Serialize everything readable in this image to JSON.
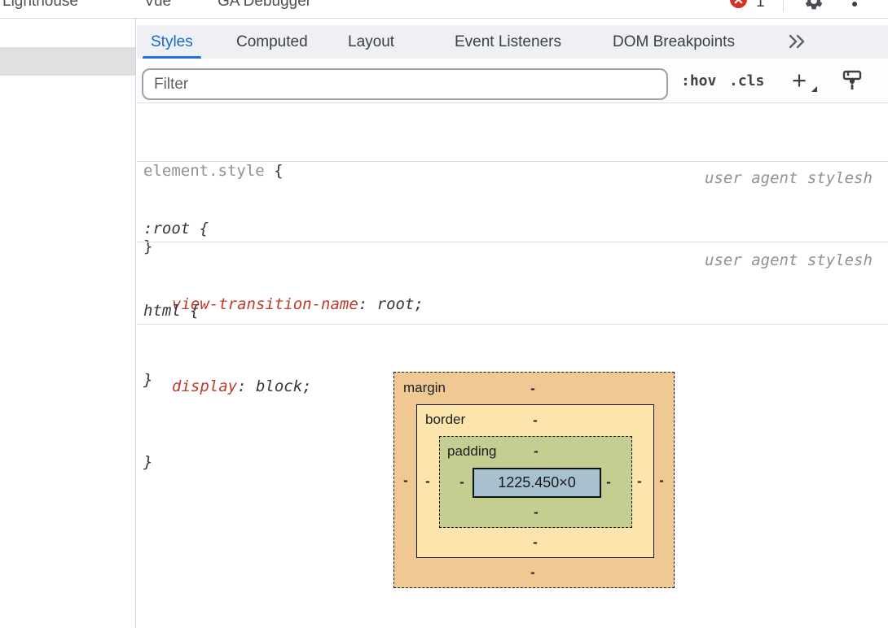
{
  "toolbar": {
    "tabs": [
      {
        "label": "Lighthouse"
      },
      {
        "label": "Vue"
      },
      {
        "label": "GA Debugger"
      }
    ],
    "error_count": "1"
  },
  "icons": {
    "error_badge_icon": "red circle with white x",
    "gear_icon": "settings gear",
    "kebab_menu_icon": "vertical dots (bottom dot visible)",
    "double_chevron_icon": ">>",
    "add_style_rule_icon": "+",
    "paintbrush_icon": "brush"
  },
  "sidebar": {
    "tabs": [
      {
        "label": "Styles",
        "active": true
      },
      {
        "label": "Computed",
        "active": false
      },
      {
        "label": "Layout",
        "active": false
      },
      {
        "label": "Event Listeners",
        "active": false
      },
      {
        "label": "DOM Breakpoints",
        "active": false
      }
    ]
  },
  "filter_bar": {
    "placeholder": "Filter",
    "pseudo_toggle": ":hov",
    "class_toggle": ".cls",
    "plus": "+"
  },
  "rules": [
    {
      "selector": "element.style",
      "open_brace": " {",
      "close_brace": "}",
      "origin": "",
      "properties": []
    },
    {
      "selector": ":root",
      "open_brace": " {",
      "close_brace": "}",
      "origin": "user agent stylesh",
      "properties": [
        {
          "name": "view-transition-name",
          "rest": ": root;"
        }
      ]
    },
    {
      "selector": "html",
      "open_brace": " {",
      "close_brace": "}",
      "origin": "user agent stylesh",
      "properties": [
        {
          "name": "display",
          "rest": ": block;"
        }
      ]
    }
  ],
  "box_model": {
    "labels": {
      "margin": "margin",
      "border": "border",
      "padding": "padding"
    },
    "content_size": "1225.450×0",
    "values": {
      "margin_top": "-",
      "margin_right": "-",
      "margin_bottom": "-",
      "margin_left": "-",
      "border_top": "-",
      "border_right": "-",
      "border_bottom": "-",
      "border_left": "-",
      "padding_top": "-",
      "padding_right": "-",
      "padding_bottom": "-",
      "padding_left": "-"
    },
    "colors": {
      "margin": "#f0c893",
      "border": "#fce5ac",
      "padding": "#c3ce90",
      "content": "#a7c1ce"
    }
  },
  "colors": {
    "accent_blue": "#1a73e8",
    "active_tab_text": "#1967d2",
    "error_red": "#d93025",
    "property_red": "#c0392b",
    "muted_gray": "#8e9196",
    "separator": "#d9deee",
    "panel_divider": "#ccd5ea",
    "tabbar_bg": "#eef0f4",
    "selected_row_gray": "#e0e0e0"
  }
}
